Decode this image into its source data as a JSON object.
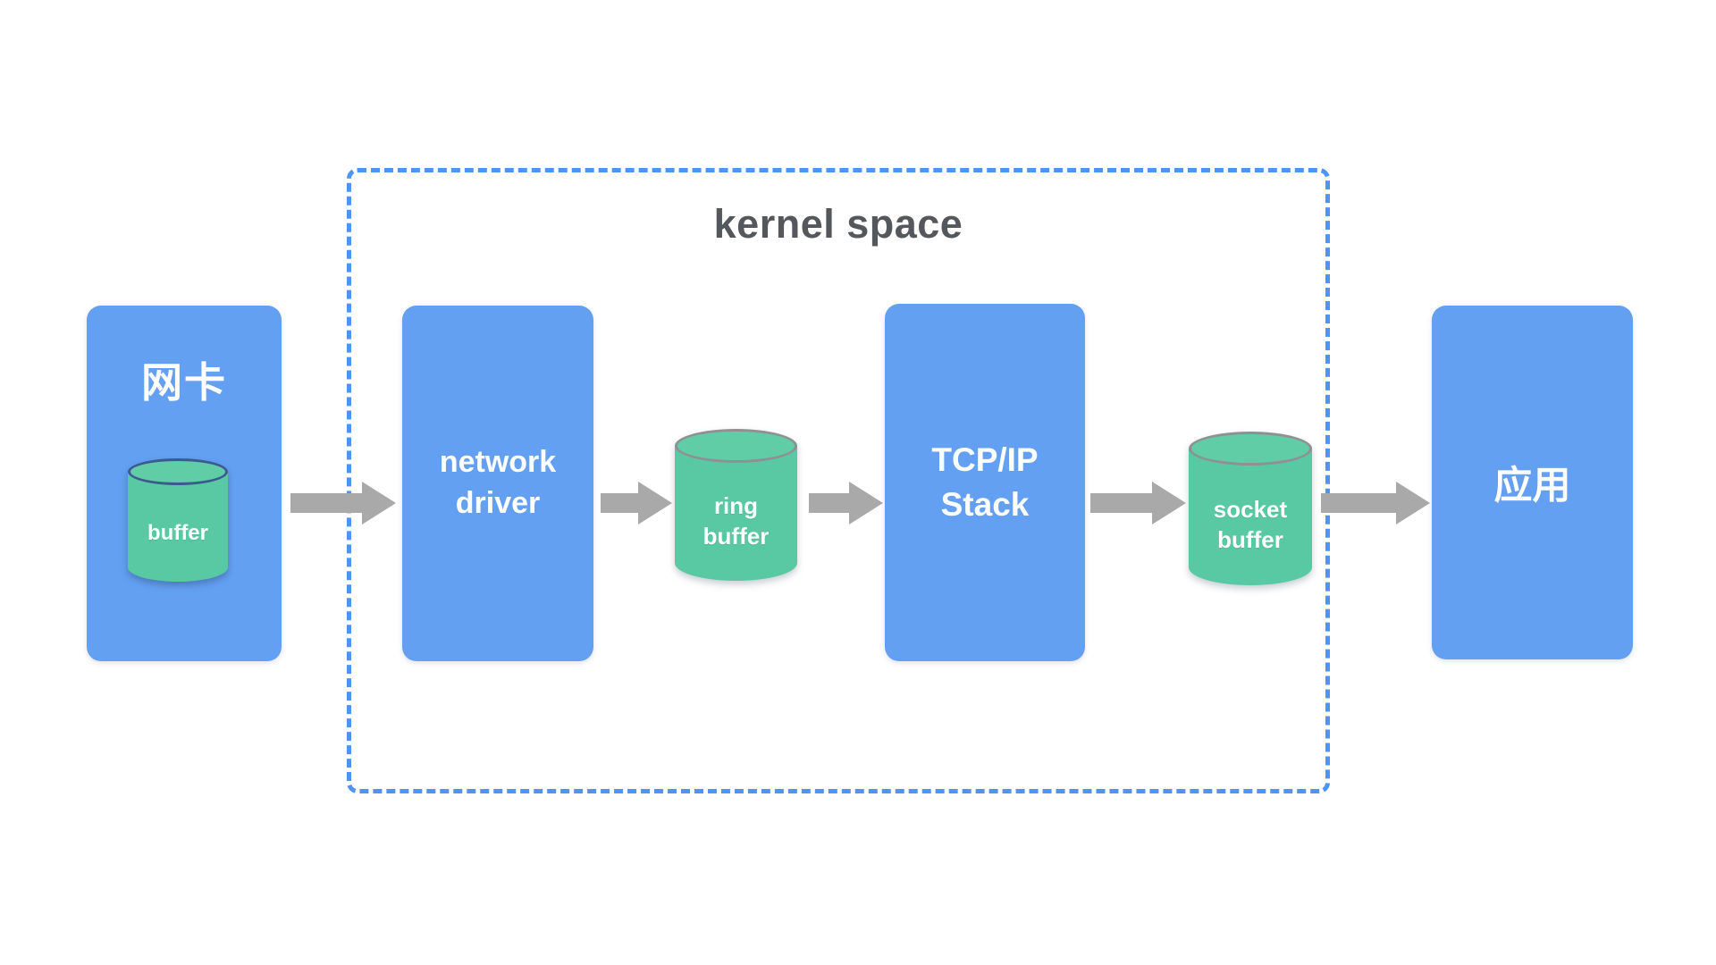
{
  "kernel_space": {
    "title": "kernel space"
  },
  "nodes": {
    "nic": {
      "title": "网卡",
      "buffer": {
        "label": "buffer"
      }
    },
    "network_driver": {
      "line1": "network",
      "line2": "driver"
    },
    "ring_buffer": {
      "line1": "ring",
      "line2": "buffer"
    },
    "tcpip_stack": {
      "line1": "TCP/IP",
      "line2": "Stack"
    },
    "socket_buffer": {
      "line1": "socket",
      "line2": "buffer"
    },
    "app": {
      "title": "应用"
    }
  },
  "flow": [
    "nic",
    "network_driver",
    "ring_buffer",
    "tcpip_stack",
    "socket_buffer",
    "app"
  ],
  "colors": {
    "box_blue": "#63a0f2",
    "kernel_border_blue": "#4e94f4",
    "kernel_title_gray": "#54575c",
    "cylinder_green": "#58c9a3",
    "cylinder_green_light": "#60cda6",
    "cylinder_rim_gray": "#8f9094",
    "nic_buffer_rim": "#3c5a8f",
    "arrow_gray": "#a9a9a9",
    "text_white": "#ffffff",
    "background": "#ffffff"
  }
}
